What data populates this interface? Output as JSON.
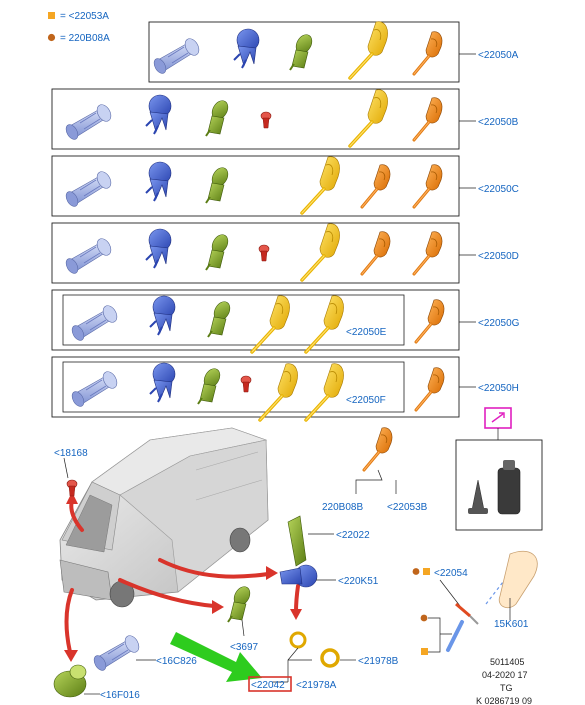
{
  "legend": [
    {
      "text": "= <22053A",
      "color": "#f5a623"
    },
    {
      "text": "= 220B08A",
      "color": "#c0651b"
    }
  ],
  "sets": [
    {
      "ref": "<22050A"
    },
    {
      "ref": "<22050B"
    },
    {
      "ref": "<22050C"
    },
    {
      "ref": "<22050D"
    },
    {
      "ref": "<22050G",
      "inner_ref": "<22050E"
    },
    {
      "ref": "<22050H",
      "inner_ref": "<22050F"
    }
  ],
  "callouts": {
    "c18168": "<18168",
    "c220B8B": "220B08B",
    "c22053B": "<22053B",
    "c22022": "<22022",
    "c220K51": "<220K51",
    "c3697": "<3697",
    "c16C826": "<16C826",
    "c16F016": "<16F016",
    "c22042": "<22042",
    "c21978A": "<21978A",
    "c21978B": "<21978B",
    "c22054": "<22054",
    "c15K601": "15K601"
  },
  "footer": [
    "5011405",
    "04-2020 17",
    "TG",
    "K 0286719 09"
  ],
  "colors": {
    "blue_light": "#a9b8e6",
    "blue": "#3f62d6",
    "green": "#7aa52a",
    "red": "#d9342b",
    "yellow": "#f6c21a",
    "orange": "#f08a1a",
    "magenta": "#e020c0",
    "arrow_green": "#2ecc1e"
  }
}
